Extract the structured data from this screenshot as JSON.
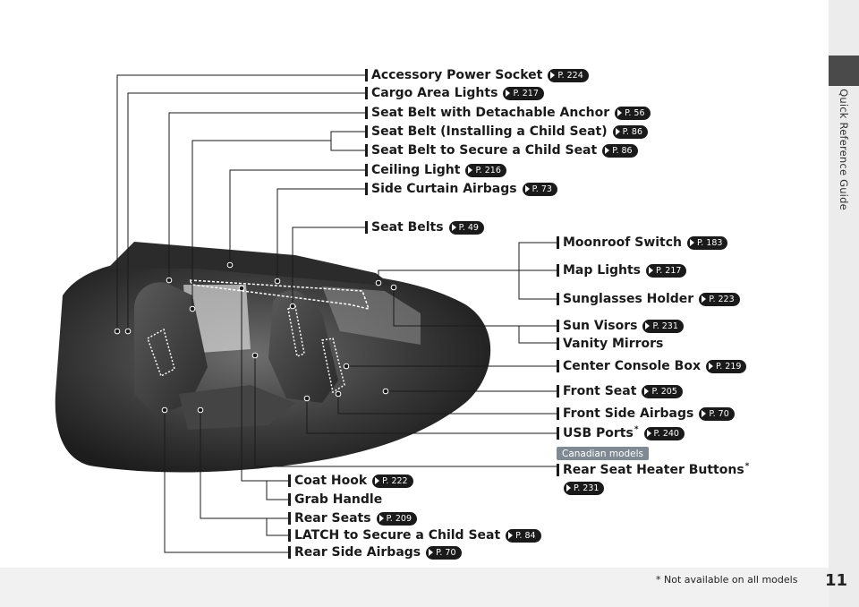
{
  "side_tab": {
    "label": "Quick Reference Guide"
  },
  "page_number": "11",
  "footnote": "* Not available on all models",
  "left_labels": [
    {
      "id": "accessory-power-socket",
      "text": "Accessory Power Socket",
      "ref": "P. 224"
    },
    {
      "id": "cargo-area-lights",
      "text": "Cargo Area Lights",
      "ref": "P. 217"
    },
    {
      "id": "seat-belt-detachable-anchor",
      "text": "Seat Belt with Detachable Anchor",
      "ref": "P. 56"
    },
    {
      "id": "seat-belt-installing-child-seat",
      "text": "Seat Belt (Installing a Child Seat)",
      "ref": "P. 86"
    },
    {
      "id": "seat-belt-secure-child-seat",
      "text": "Seat Belt to Secure a Child Seat",
      "ref": "P. 86"
    },
    {
      "id": "ceiling-light",
      "text": "Ceiling Light",
      "ref": "P. 216"
    },
    {
      "id": "side-curtain-airbags",
      "text": "Side Curtain Airbags",
      "ref": "P. 73"
    },
    {
      "id": "seat-belts",
      "text": "Seat Belts",
      "ref": "P. 49"
    }
  ],
  "right_labels": [
    {
      "id": "moonroof-switch",
      "text": "Moonroof Switch",
      "ref": "P. 183"
    },
    {
      "id": "map-lights",
      "text": "Map Lights",
      "ref": "P. 217"
    },
    {
      "id": "sunglasses-holder",
      "text": "Sunglasses Holder",
      "ref": "P. 223"
    },
    {
      "id": "sun-visors",
      "text": "Sun Visors",
      "ref": "P. 231"
    },
    {
      "id": "vanity-mirrors",
      "text": "Vanity Mirrors",
      "ref": ""
    },
    {
      "id": "center-console-box",
      "text": "Center Console Box",
      "ref": "P. 219"
    },
    {
      "id": "front-seat",
      "text": "Front Seat",
      "ref": "P. 205"
    },
    {
      "id": "front-side-airbags",
      "text": "Front Side Airbags",
      "ref": "P. 70"
    },
    {
      "id": "usb-ports",
      "text": "USB Ports",
      "ref": "P. 240",
      "asterisk": "*"
    },
    {
      "id": "rear-seat-heater-buttons",
      "text": "Rear Seat Heater Buttons",
      "ref": "P. 231",
      "asterisk": "*"
    }
  ],
  "canadian_badge": "Canadian models",
  "bottom_labels": [
    {
      "id": "coat-hook",
      "text": "Coat Hook",
      "ref": "P. 222"
    },
    {
      "id": "grab-handle",
      "text": "Grab Handle",
      "ref": ""
    },
    {
      "id": "rear-seats",
      "text": "Rear Seats",
      "ref": "P. 209"
    },
    {
      "id": "latch-child-seat",
      "text": "LATCH to Secure a Child Seat",
      "ref": "P. 84"
    },
    {
      "id": "rear-side-airbags",
      "text": "Rear Side Airbags",
      "ref": "P. 70"
    }
  ]
}
